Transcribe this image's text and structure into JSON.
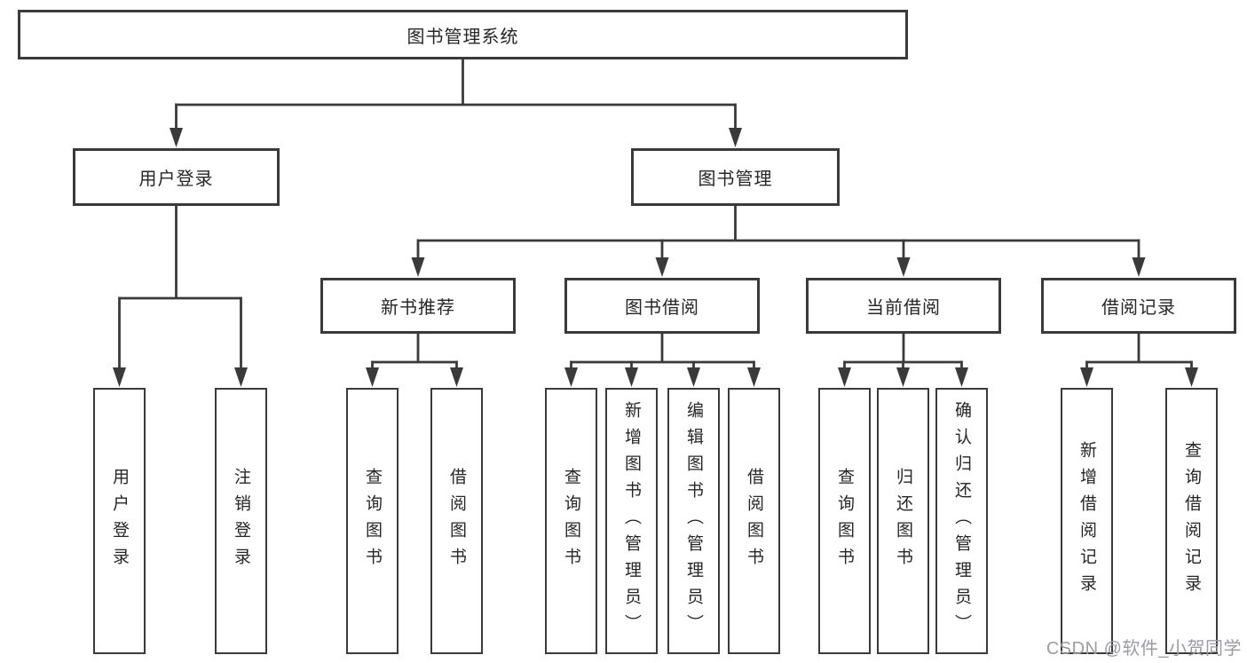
{
  "diagram": {
    "type": "hierarchy-tree",
    "orientation": "top-down",
    "colors": {
      "background": "#ffffff",
      "line": "#3a3a3a",
      "box_border": "#3a3a3a",
      "text": "#262626",
      "watermark_text": "#9b9ba1"
    }
  },
  "watermark": {
    "text": "CSDN @软件_小贺同学"
  },
  "tree": {
    "label": "图书管理系统",
    "children": [
      {
        "label": "用户登录",
        "children": [
          {
            "label": "用户登录"
          },
          {
            "label": "注销登录"
          }
        ]
      },
      {
        "label": "图书管理",
        "children": [
          {
            "label": "新书推荐",
            "children": [
              {
                "label": "查询图书"
              },
              {
                "label": "借阅图书"
              }
            ]
          },
          {
            "label": "图书借阅",
            "children": [
              {
                "label": "查询图书"
              },
              {
                "label": "新增图书（管理员）"
              },
              {
                "label": "编辑图书（管理员）"
              },
              {
                "label": "借阅图书"
              }
            ]
          },
          {
            "label": "当前借阅",
            "children": [
              {
                "label": "查询图书"
              },
              {
                "label": "归还图书"
              },
              {
                "label": "确认归还（管理员）"
              }
            ]
          },
          {
            "label": "借阅记录",
            "children": [
              {
                "label": "新增借阅记录"
              },
              {
                "label": "查询借阅记录"
              }
            ]
          }
        ]
      }
    ]
  }
}
